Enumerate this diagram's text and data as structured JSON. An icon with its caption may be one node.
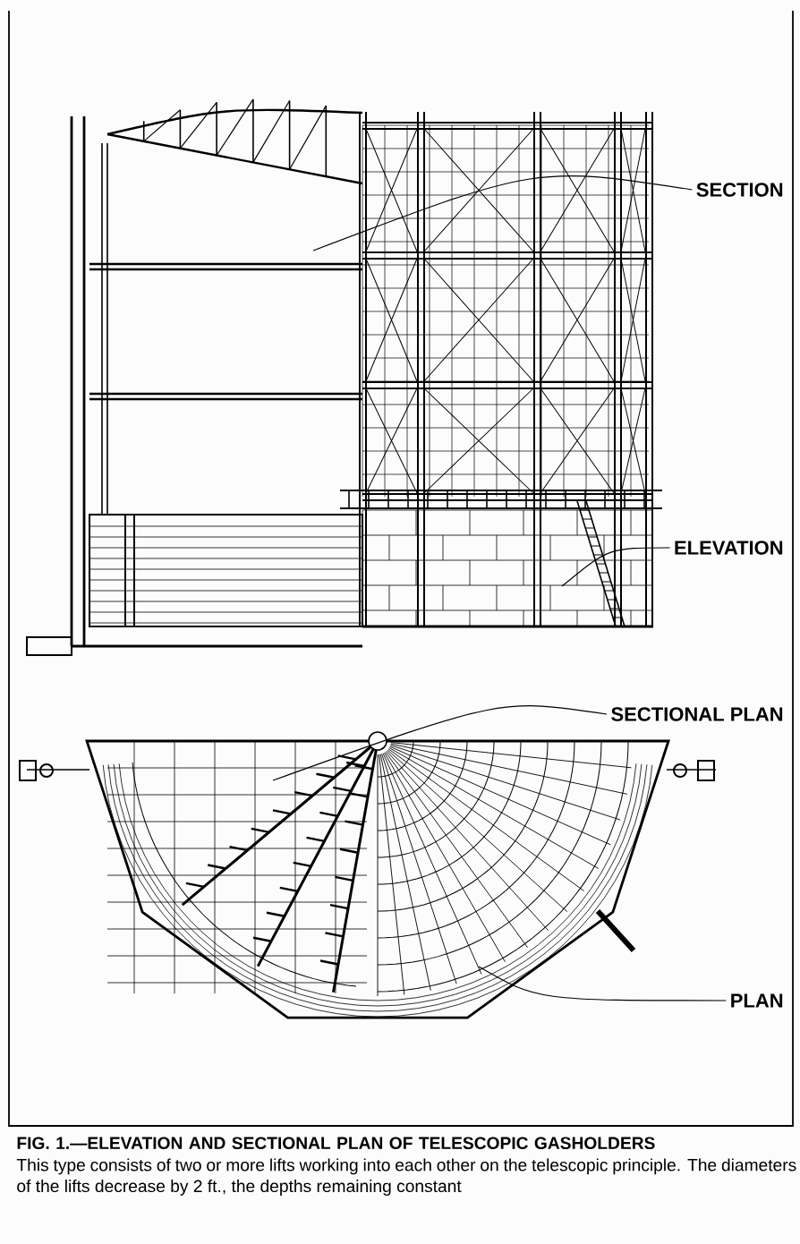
{
  "diagram": {
    "title": "FIG. 1.—ELEVATION AND SECTIONAL PLAN OF TELESCOPIC GASHOLDERS",
    "caption": "This type consists of two or more lifts working into each other on the telescopic principle. The diameters of the lifts decrease by 2 ft., the depths remaining constant",
    "nodes": [
      {
        "text": [
          "SECTION"
        ]
      },
      {
        "text": [
          "ELEVATION"
        ]
      },
      {
        "text": [
          "SECTIONAL PLAN"
        ]
      },
      {
        "text": [
          "PLAN"
        ]
      }
    ],
    "edges": [
      {
        "from": 0,
        "to": null,
        "arrow": "none"
      },
      {
        "from": 1,
        "to": null,
        "arrow": "none"
      },
      {
        "from": 2,
        "to": null,
        "arrow": "none"
      },
      {
        "from": 3,
        "to": null,
        "arrow": "none"
      }
    ]
  }
}
